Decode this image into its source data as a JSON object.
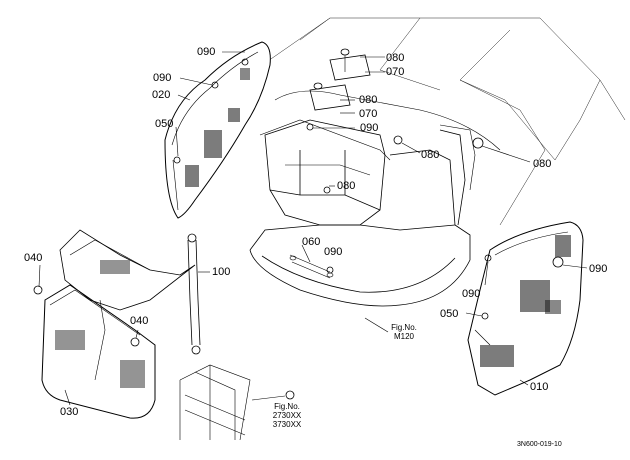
{
  "part_labels": {
    "p090_top": "090",
    "p080_top": "080",
    "p070_top": "070",
    "p090_left": "090",
    "p020": "020",
    "p080_mid": "080",
    "p070_mid": "070",
    "p050_left": "050",
    "p090_mid": "090",
    "p080_center": "080",
    "p080_right": "080",
    "p080_lower": "080",
    "p040_left": "040",
    "p100": "100",
    "p060": "060",
    "p090_base": "090",
    "p090_right": "090",
    "p090_rlow": "090",
    "p040_mid": "040",
    "p050_right": "050",
    "p030": "030",
    "p010": "010"
  },
  "fig_refs": {
    "m120": {
      "line1": "Fig.No.",
      "line2": "M120"
    },
    "f2730": {
      "line1": "Fig.No.",
      "line2": "2730XX",
      "line3": "3730XX"
    }
  },
  "diagram_code": "3N600-019-10"
}
